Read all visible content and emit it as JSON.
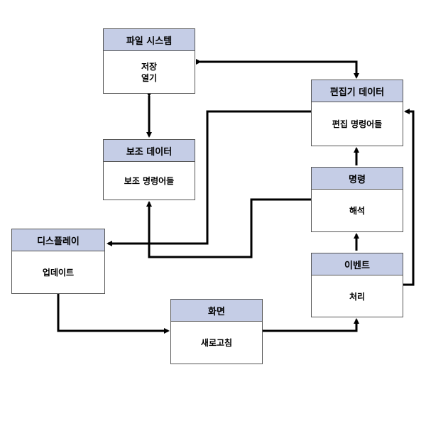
{
  "nodes": {
    "filesystem": {
      "title": "파일 시스템",
      "lines": [
        "저장",
        "열기"
      ]
    },
    "aux_data": {
      "title": "보조 데이터",
      "lines": [
        "보조 명령어들"
      ]
    },
    "editor_data": {
      "title": "편집기 데이터",
      "lines": [
        "편집 명령어들"
      ]
    },
    "command": {
      "title": "명령",
      "lines": [
        "해석"
      ]
    },
    "event": {
      "title": "이벤트",
      "lines": [
        "처리"
      ]
    },
    "display": {
      "title": "디스플레이",
      "lines": [
        "업데이트"
      ]
    },
    "screen": {
      "title": "화면",
      "lines": [
        "새로고침"
      ]
    }
  },
  "edges": [
    {
      "from": "filesystem",
      "to": "editor_data",
      "bidirectional": true
    },
    {
      "from": "filesystem",
      "to": "aux_data",
      "bidirectional": true
    },
    {
      "from": "editor_data",
      "to": "display"
    },
    {
      "from": "command",
      "to": "editor_data"
    },
    {
      "from": "command",
      "to": "aux_data"
    },
    {
      "from": "event",
      "to": "command"
    },
    {
      "from": "event",
      "to": "editor_data"
    },
    {
      "from": "display",
      "to": "screen"
    },
    {
      "from": "screen",
      "to": "event"
    }
  ]
}
